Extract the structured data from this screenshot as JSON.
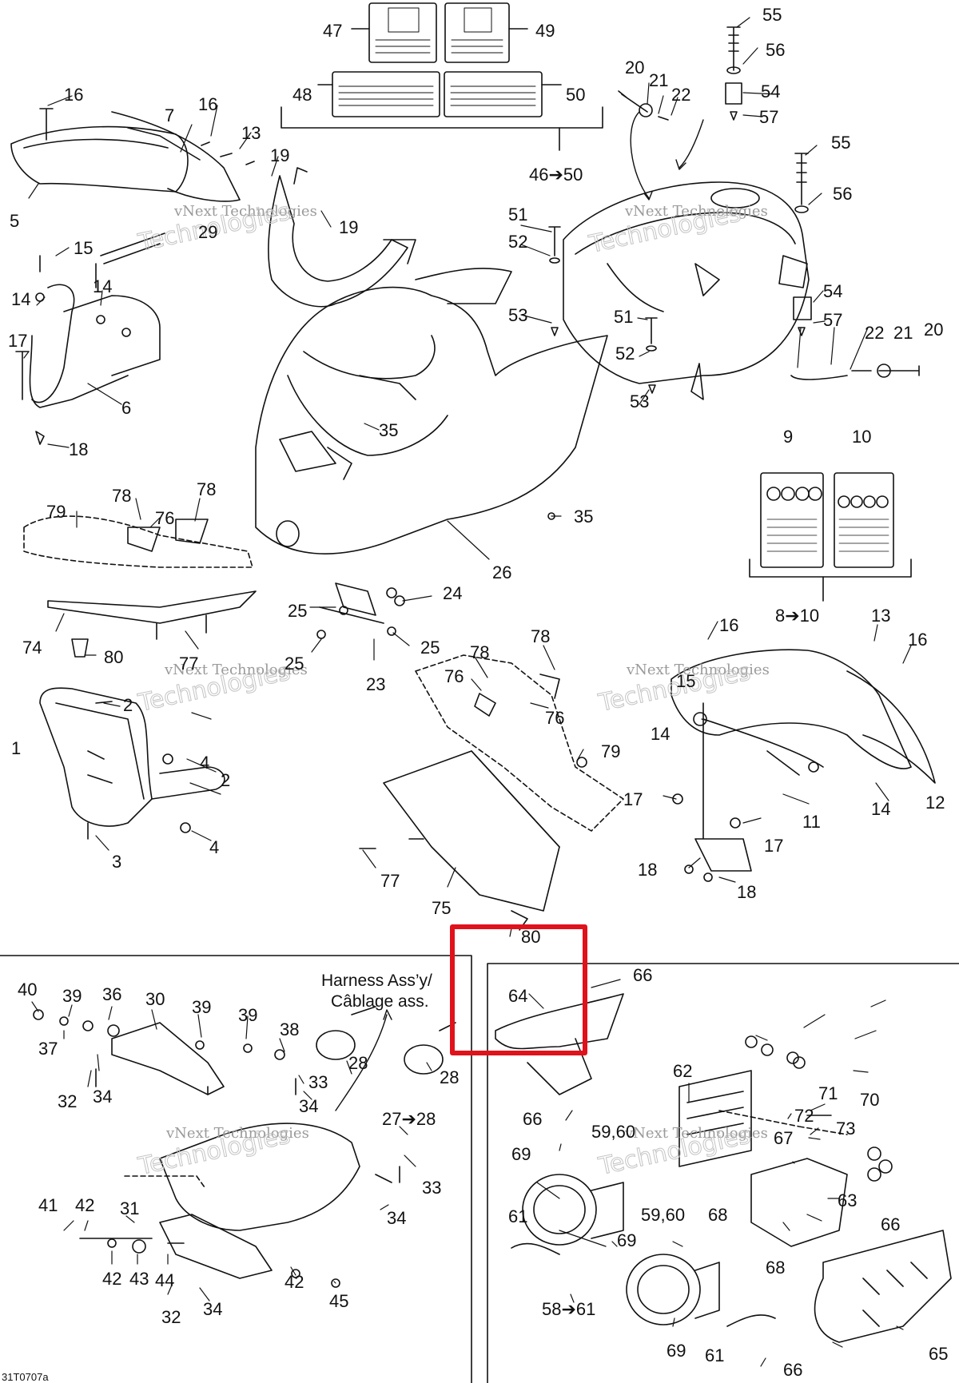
{
  "diagram": {
    "reference_code": "31T0707a",
    "harness_label_en": "Harness Ass’y/",
    "harness_label_fr": "Câblage ass.",
    "watermark_line1": "vNext Technologies",
    "watermark_line2": "Technologies",
    "highlight_color": "#e0121b",
    "line_color": "#111111",
    "callouts": {
      "c47": "47",
      "c49": "49",
      "c48": "48",
      "c50": "50",
      "c46_50": "46➔50",
      "c55a": "55",
      "c56a": "56",
      "c54a": "54",
      "c57a": "57",
      "c20a": "20",
      "c21a": "21",
      "c22a": "22",
      "c16a": "16",
      "c7": "7",
      "c16b": "16",
      "c13a": "13",
      "c19a": "19",
      "c19b": "19",
      "c5": "5",
      "c29": "29",
      "c15a": "15",
      "c14a": "14",
      "c14b": "14",
      "c17a": "17",
      "c6": "6",
      "c18a": "18",
      "c51a": "51",
      "c52a": "52",
      "c53a": "53",
      "c51b": "51",
      "c52b": "52",
      "c53b": "53",
      "c55b": "55",
      "c56b": "56",
      "c54b": "54",
      "c57b": "57",
      "c22b": "22",
      "c21b": "21",
      "c20b": "20",
      "c35a": "35",
      "c35b": "35",
      "c26": "26",
      "c9": "9",
      "c10": "10",
      "c8_10": "8➔10",
      "c79a": "79",
      "c78a": "78",
      "c78b": "78",
      "c76a": "76",
      "c74": "74",
      "c80a": "80",
      "c77a": "77",
      "c25a": "25",
      "c24": "24",
      "c25b": "25",
      "c25c": "25",
      "c23": "23",
      "c78c": "78",
      "c78d": "78",
      "c76b": "76",
      "c76c": "76",
      "c79b": "79",
      "c77b": "77",
      "c75": "75",
      "c80b": "80",
      "c16c": "16",
      "c13b": "13",
      "c16d": "16",
      "c15b": "15",
      "c14c": "14",
      "c12": "12",
      "c17b": "17",
      "c11": "11",
      "c14d": "14",
      "c17c": "17",
      "c18b": "18",
      "c18c": "18",
      "c1": "1",
      "c2a": "2",
      "c4a": "4",
      "c2b": "2",
      "c3": "3",
      "c4b": "4",
      "c40": "40",
      "c39a": "39",
      "c36": "36",
      "c30": "30",
      "c39b": "39",
      "c39c": "39",
      "c38": "38",
      "c37": "37",
      "c28a": "28",
      "c28b": "28",
      "c32a": "32",
      "c34a": "34",
      "c33a": "33",
      "c34b": "34",
      "c27_28": "27➔28",
      "c33b": "33",
      "c34c": "34",
      "c41": "41",
      "c42a": "42",
      "c31": "31",
      "c42b": "42",
      "c43": "43",
      "c44": "44",
      "c42c": "42",
      "c45": "45",
      "c32b": "32",
      "c34d": "34",
      "c64": "64",
      "c66a": "66",
      "c66b": "66",
      "c62": "62",
      "c71": "71",
      "c70": "70",
      "c72": "72",
      "c73": "73",
      "c67": "67",
      "c59_60a": "59,60",
      "c69a": "69",
      "c68a": "68",
      "c63": "63",
      "c61a": "61",
      "c59_60b": "59,60",
      "c69b": "69",
      "c68b": "68",
      "c66c": "66",
      "c58_61": "58➔61",
      "c69c": "69",
      "c61b": "61",
      "c66d": "66",
      "c65": "65"
    }
  }
}
